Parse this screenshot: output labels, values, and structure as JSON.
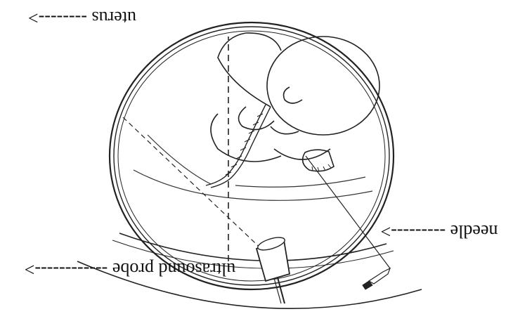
{
  "orientation": "rotated 180 degrees (image is upside down)",
  "labels": {
    "uterus": "uterus -------->",
    "needle": "needle --------->",
    "probe": "ultrasound probe ------------>"
  },
  "colors": {
    "ink": "#111111",
    "background": "#ffffff"
  }
}
